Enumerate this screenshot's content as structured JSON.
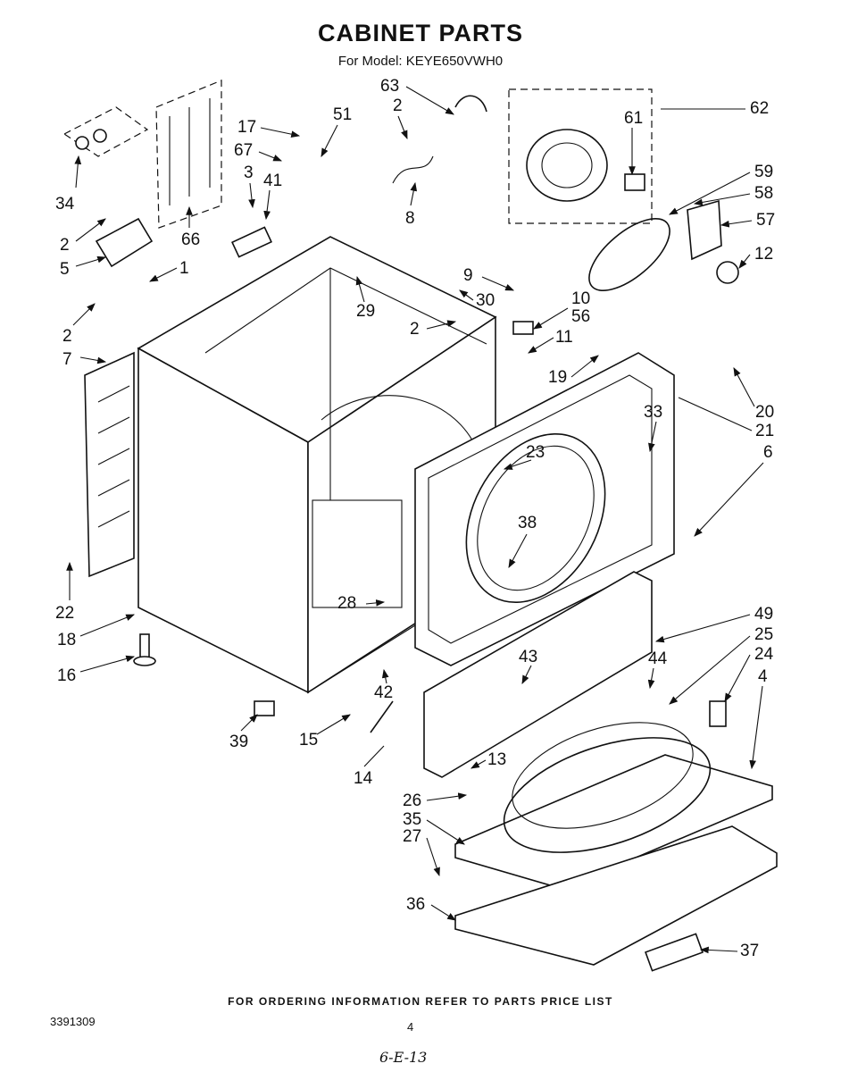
{
  "title": "CABINET PARTS",
  "subtitle": "For Model: KEYE650VWH0",
  "footer": "FOR ORDERING INFORMATION REFER TO PARTS PRICE LIST",
  "doc_number": "3391309",
  "page_number": "4",
  "handwritten": "6-E-13",
  "callouts": [
    {
      "id": "c34",
      "text": "34"
    },
    {
      "id": "c66",
      "text": "66"
    },
    {
      "id": "c2a",
      "text": "2"
    },
    {
      "id": "c5",
      "text": "5"
    },
    {
      "id": "c1",
      "text": "1"
    },
    {
      "id": "c2b",
      "text": "2"
    },
    {
      "id": "c7",
      "text": "7"
    },
    {
      "id": "c22",
      "text": "22"
    },
    {
      "id": "c18",
      "text": "18"
    },
    {
      "id": "c16",
      "text": "16"
    },
    {
      "id": "c17",
      "text": "17"
    },
    {
      "id": "c51",
      "text": "51"
    },
    {
      "id": "c67",
      "text": "67"
    },
    {
      "id": "c3",
      "text": "3"
    },
    {
      "id": "c41",
      "text": "41"
    },
    {
      "id": "c63",
      "text": "63"
    },
    {
      "id": "c2c",
      "text": "2"
    },
    {
      "id": "c8",
      "text": "8"
    },
    {
      "id": "c62",
      "text": "62"
    },
    {
      "id": "c61",
      "text": "61"
    },
    {
      "id": "c59",
      "text": "59"
    },
    {
      "id": "c58",
      "text": "58"
    },
    {
      "id": "c57",
      "text": "57"
    },
    {
      "id": "c12",
      "text": "12"
    },
    {
      "id": "c9",
      "text": "9"
    },
    {
      "id": "c30",
      "text": "30"
    },
    {
      "id": "c29",
      "text": "29"
    },
    {
      "id": "c10",
      "text": "10"
    },
    {
      "id": "c56",
      "text": "56"
    },
    {
      "id": "c2d",
      "text": "2"
    },
    {
      "id": "c11",
      "text": "11"
    },
    {
      "id": "c19",
      "text": "19"
    },
    {
      "id": "c20",
      "text": "20"
    },
    {
      "id": "c21",
      "text": "21"
    },
    {
      "id": "c33",
      "text": "33"
    },
    {
      "id": "c6",
      "text": "6"
    },
    {
      "id": "c23",
      "text": "23"
    },
    {
      "id": "c38",
      "text": "38"
    },
    {
      "id": "c28",
      "text": "28"
    },
    {
      "id": "c49",
      "text": "49"
    },
    {
      "id": "c25",
      "text": "25"
    },
    {
      "id": "c24",
      "text": "24"
    },
    {
      "id": "c43",
      "text": "43"
    },
    {
      "id": "c44",
      "text": "44"
    },
    {
      "id": "c4",
      "text": "4"
    },
    {
      "id": "c42",
      "text": "42"
    },
    {
      "id": "c39",
      "text": "39"
    },
    {
      "id": "c15",
      "text": "15"
    },
    {
      "id": "c14",
      "text": "14"
    },
    {
      "id": "c13",
      "text": "13"
    },
    {
      "id": "c26",
      "text": "26"
    },
    {
      "id": "c35",
      "text": "35"
    },
    {
      "id": "c27",
      "text": "27"
    },
    {
      "id": "c36",
      "text": "36"
    },
    {
      "id": "c37",
      "text": "37"
    }
  ]
}
